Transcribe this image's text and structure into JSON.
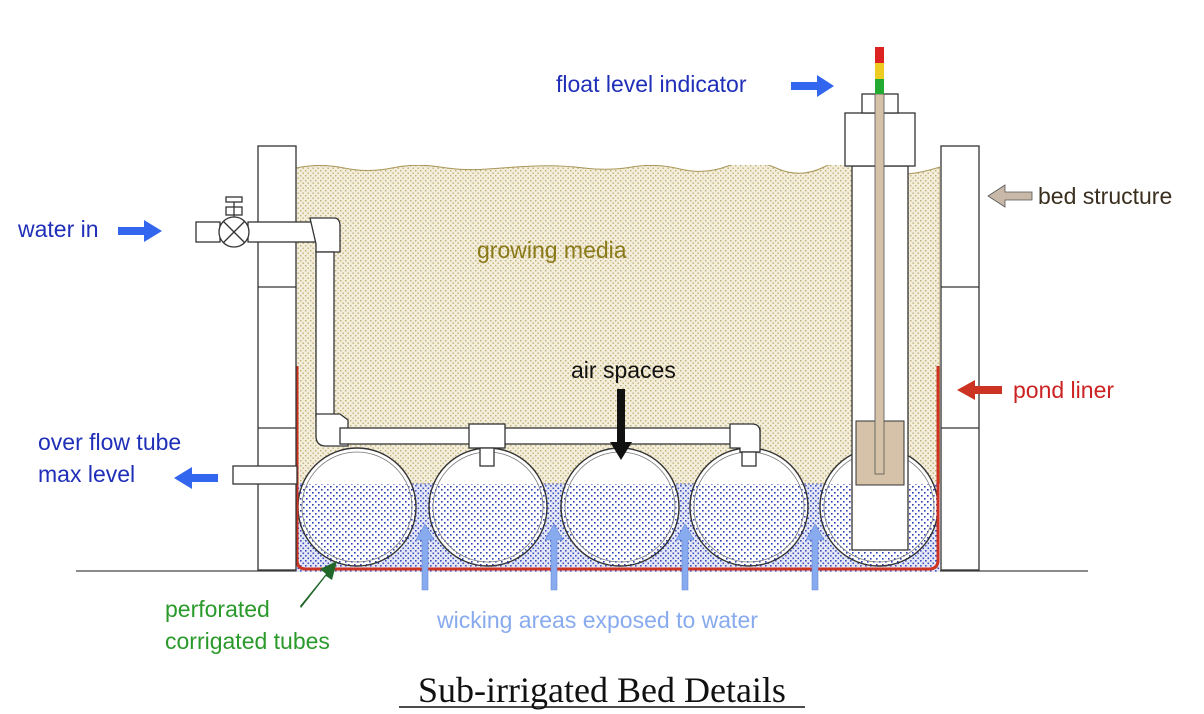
{
  "title": "Sub-irrigated Bed Details",
  "labels": {
    "float_level_indicator": "float level indicator",
    "bed_structure": "bed structure",
    "water_in": "water in",
    "growing_media": "growing media",
    "air_spaces": "air spaces",
    "pond_liner": "pond liner",
    "overflow_line1": "over flow tube",
    "overflow_line2": "max level",
    "perforated_line1": "perforated",
    "perforated_line2": "corrigated tubes",
    "wicking_areas": "wicking areas exposed to water"
  },
  "colors": {
    "blue_label": "#1f2fb8",
    "blue_arrow": "#3366ee",
    "media_label": "#8a7a1a",
    "media_fill": "#f2ecd8",
    "media_dots": "#c8b57a",
    "water_dots": "#3a4fc0",
    "liner": "#cc3322",
    "green": "#2a9a2a",
    "light_blue": "#88aaee",
    "tan_arrow": "#c8b8a8",
    "post": "#d6c2a8"
  }
}
